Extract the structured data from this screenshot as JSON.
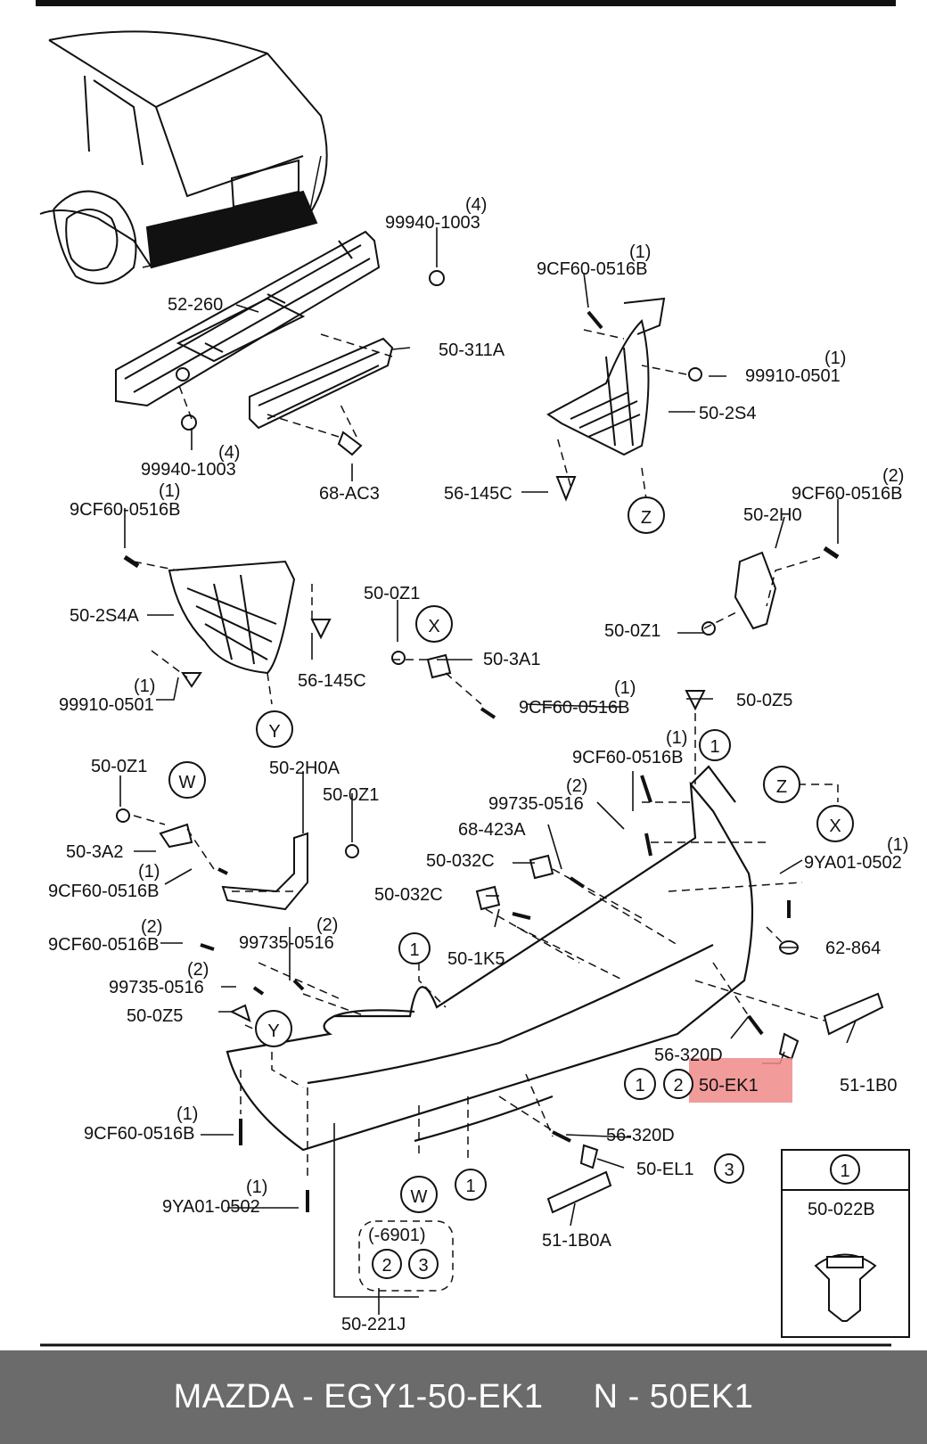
{
  "labels": {
    "l_99940_top_qty": "(4)",
    "l_99940_top": "99940-1003",
    "l_52_260": "52-260",
    "l_50_311A": "50-311A",
    "l_99940_bot_qty": "(4)",
    "l_99940_bot": "99940-1003",
    "l_68_AC3": "68-AC3",
    "l_9CF_a_qty": "(1)",
    "l_9CF_a": "9CF60-0516B",
    "l_99910_a_qty": "(1)",
    "l_99910_a": "99910-0501",
    "l_50_2S4": "50-2S4",
    "l_56_145C_a": "56-145C",
    "l_9CF_b_qty": "(2)",
    "l_9CF_b": "9CF60-0516B",
    "l_50_2H0": "50-2H0",
    "l_50_0Z1_a": "50-0Z1",
    "l_9CF_c_qty": "(1)",
    "l_9CF_c": "9CF60-0516B",
    "l_50_2S4A": "50-2S4A",
    "l_56_145C_b": "56-145C",
    "l_99910_b_qty": "(1)",
    "l_99910_b": "99910-0501",
    "l_50_0Z1_b": "50-0Z1",
    "l_50_3A1": "50-3A1",
    "l_9CF_d_qty": "(1)",
    "l_9CF_d": "9CF60-0516B",
    "l_50_0Z5_a": "50-0Z5",
    "l_9CF_e_qty": "(1)",
    "l_9CF_e": "9CF60-0516B",
    "l_50_0Z1_c": "50-0Z1",
    "l_50_2H0A": "50-2H0A",
    "l_50_0Z1_d": "50-0Z1",
    "l_50_3A2": "50-3A2",
    "l_9CF_f_qty": "(1)",
    "l_9CF_f": "9CF60-0516B",
    "l_9CF_g_qty": "(2)",
    "l_9CF_g": "9CF60-0516B",
    "l_99735_a_qty": "(2)",
    "l_99735_a": "99735-0516",
    "l_99735_b_qty": "(2)",
    "l_99735_b": "99735-0516",
    "l_99735_c_qty": "(2)",
    "l_99735_c": "99735-0516",
    "l_68_423A": "68-423A",
    "l_50_032C_a": "50-032C",
    "l_50_032C_b": "50-032C",
    "l_50_1K5": "50-1K5",
    "l_9YA_a_qty": "(1)",
    "l_9YA_a": "9YA01-0502",
    "l_62_864": "62-864",
    "l_50_0Z5_b": "50-0Z5",
    "l_56_320D_a": "56-320D",
    "l_50_EK1": "50-EK1",
    "l_51_1B0": "51-1B0",
    "l_9CF_h_qty": "(1)",
    "l_9CF_h": "9CF60-0516B",
    "l_56_320D_b": "56-320D",
    "l_50_EL1": "50-EL1",
    "l_9YA_b_qty": "(1)",
    "l_9YA_b": "9YA01-0502",
    "l_51_1B0A": "51-1B0A",
    "l_6901": "(-6901)",
    "l_50_221J": "50-221J",
    "l_inset_part": "50-022B"
  },
  "callouts": {
    "X": "X",
    "Y": "Y",
    "Z": "Z",
    "W": "W",
    "one": "1",
    "two": "2",
    "three": "3"
  },
  "highlight_color": "#f08a8a",
  "footer": {
    "part_text": "MAZDA - EGY1-50-EK1",
    "ref_text": "N - 50EK1"
  }
}
